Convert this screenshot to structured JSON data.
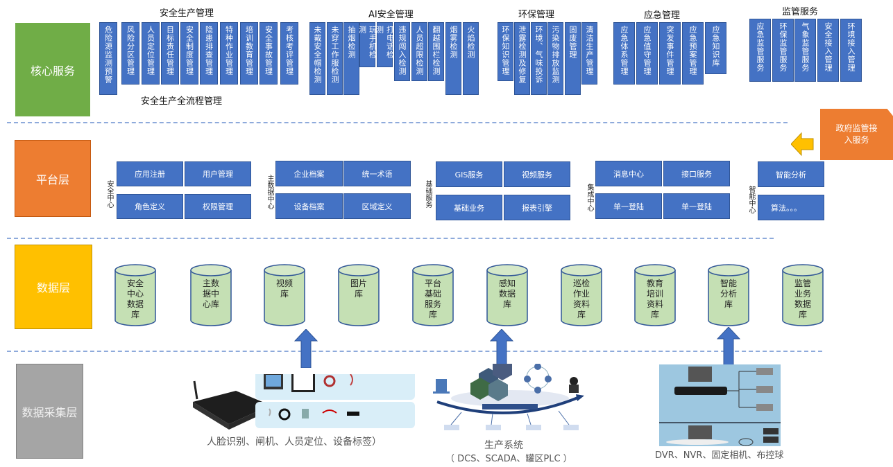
{
  "layers": {
    "core": "核心服务",
    "platform": "平台层",
    "data": "数据层",
    "collection": "数据采集层"
  },
  "core_services": {
    "safety": {
      "title": "安全生产管理",
      "subtitle": "安全生产全流程管理",
      "items": [
        "危险源监测预警",
        "风险分区管理",
        "人员定位管理",
        "目标责任管理",
        "安全制度管理",
        "隐患排查管理",
        "特种作业管理",
        "培训教育管理",
        "安全事故管理",
        "考核考评管理"
      ]
    },
    "ai": {
      "title": "AI安全管理",
      "items": [
        "未戴安全帽检测",
        "未穿工作服检测",
        "抽烟检测",
        "玩手机检测",
        "打电话检测",
        "违规闯入检测",
        "人员超限检测",
        "翻越围栏检测",
        "烟雾检测",
        "火焰检测"
      ]
    },
    "env": {
      "title": "环保管理",
      "items": [
        "环保知识管理",
        "泄露检测及修复",
        "环境、气味投诉",
        "污染物排放监测",
        "固废管理",
        "清洁生产管理"
      ]
    },
    "emergency": {
      "title": "应急管理",
      "items": [
        "应急体系管理",
        "应急值守管理",
        "突发事件管理",
        "应急预案管理",
        "应急知识库"
      ]
    },
    "supervision": {
      "title": "监管服务",
      "items": [
        "应急监管服务",
        "环保监管服务",
        "气象监管服务",
        "安全接入管理",
        "环境接入管理"
      ]
    }
  },
  "gov_access": "政府监管接入服务",
  "platform": {
    "security_center": {
      "label": "安全中心",
      "items": [
        "应用注册",
        "用户管理",
        "角色定义",
        "权限管理"
      ]
    },
    "master_data_center": {
      "label": "主数据中心",
      "items": [
        "企业档案",
        "统一术语",
        "设备档案",
        "区域定义"
      ]
    },
    "base_services": {
      "label": "基础服务",
      "items": [
        "GIS服务",
        "视频服务",
        "基础业务",
        "报表引擎"
      ]
    },
    "integration_center": {
      "label": "集成中心",
      "items": [
        "消息中心",
        "接口服务",
        "单一登陆",
        "单一登陆"
      ]
    },
    "intelligent_center": {
      "label": "智能中心",
      "items": [
        "智能分析",
        "算法。。。"
      ]
    }
  },
  "databases": [
    "安全中心数据库",
    "主数据中心库",
    "视频库",
    "图片库",
    "平台基础服务库",
    "感知数据库",
    "巡检作业资料库",
    "教育培训资料库",
    "智能分析库",
    "监管业务数据库"
  ],
  "collection": {
    "devices_caption": "人脸识别、闸机、人员定位、设备标签）",
    "production_caption_1": "生产系统",
    "production_caption_2": "（ DCS、SCADA、罐区PLC ）",
    "video_caption": "DVR、NVR、固定相机、布控球"
  },
  "colors": {
    "core": "#70ad47",
    "platform": "#ed7d31",
    "data": "#ffc000",
    "collection": "#a5a5a5",
    "box": "#4472c4",
    "cylinder": "#c5e0b4",
    "dash": "#8eaadb",
    "arrow_gov": "#ffc000"
  }
}
